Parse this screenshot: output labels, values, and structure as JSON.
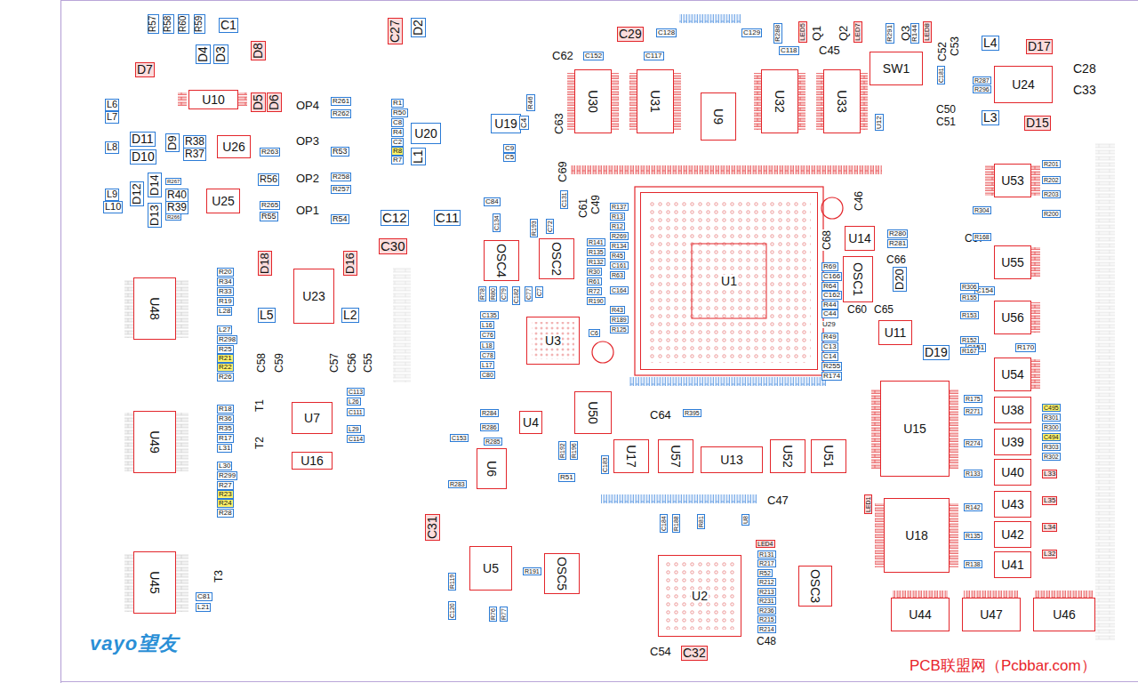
{
  "diagram": {
    "nodes": [
      {
        "text": [
          "U10"
        ]
      },
      {
        "text": [
          "U26"
        ]
      },
      {
        "text": [
          "U25"
        ]
      },
      {
        "text": [
          "U48"
        ]
      },
      {
        "text": [
          "U23"
        ]
      },
      {
        "text": [
          "U49"
        ]
      },
      {
        "text": [
          "U7"
        ]
      },
      {
        "text": [
          "U16"
        ]
      },
      {
        "text": [
          "U45"
        ]
      },
      {
        "text": [
          "U20"
        ]
      },
      {
        "text": [
          "U19"
        ]
      },
      {
        "text": [
          "OSC4"
        ]
      },
      {
        "text": [
          "OSC2"
        ]
      },
      {
        "text": [
          "U3"
        ]
      },
      {
        "text": [
          "U4"
        ]
      },
      {
        "text": [
          "U50"
        ]
      },
      {
        "text": [
          "U6"
        ]
      },
      {
        "text": [
          "U5"
        ]
      },
      {
        "text": [
          "OSC5"
        ]
      },
      {
        "text": [
          "U30"
        ]
      },
      {
        "text": [
          "U31"
        ]
      },
      {
        "text": [
          "U9"
        ]
      },
      {
        "text": [
          "U32"
        ]
      },
      {
        "text": [
          "U33"
        ]
      },
      {
        "text": [
          "U1"
        ]
      },
      {
        "text": [
          "U14"
        ]
      },
      {
        "text": [
          "OSC1"
        ]
      },
      {
        "text": [
          "U11"
        ]
      },
      {
        "text": [
          "U17"
        ]
      },
      {
        "text": [
          "U57"
        ]
      },
      {
        "text": [
          "U13"
        ]
      },
      {
        "text": [
          "U52"
        ]
      },
      {
        "text": [
          "U51"
        ]
      },
      {
        "text": [
          "U2"
        ]
      },
      {
        "text": [
          "OSC3"
        ]
      },
      {
        "text": [
          "SW1"
        ]
      },
      {
        "text": [
          "U24"
        ]
      },
      {
        "text": [
          "U53"
        ]
      },
      {
        "text": [
          "U55"
        ]
      },
      {
        "text": [
          "U56"
        ]
      },
      {
        "text": [
          "U54"
        ]
      },
      {
        "text": [
          "U38"
        ]
      },
      {
        "text": [
          "U39"
        ]
      },
      {
        "text": [
          "U40"
        ]
      },
      {
        "text": [
          "U43"
        ]
      },
      {
        "text": [
          "U42"
        ]
      },
      {
        "text": [
          "U41"
        ]
      },
      {
        "text": [
          "U15"
        ]
      },
      {
        "text": [
          "U18"
        ]
      },
      {
        "text": [
          "U44"
        ]
      },
      {
        "text": [
          "U47"
        ]
      },
      {
        "text": [
          "U46"
        ]
      }
    ],
    "labels": [
      "R57",
      "R58",
      "R60",
      "R59",
      "C1",
      "D7",
      "D4",
      "D3",
      "D8",
      "L6",
      "L7",
      "L8",
      "D11",
      "D10",
      "D9",
      "R38",
      "R37",
      "D5",
      "D6",
      "OP4",
      "OP3",
      "OP2",
      "OP1",
      "R261",
      "R262",
      "R263",
      "R53",
      "R56",
      "R258",
      "R257",
      "R265",
      "R55",
      "R54",
      "L9",
      "L10",
      "D12",
      "D14",
      "D13",
      "R40",
      "R39",
      "R267",
      "R266",
      "C27",
      "D2",
      "R1",
      "R50",
      "C8",
      "R4",
      "C2",
      "R8",
      "R7",
      "L1",
      "C12",
      "C11",
      "C30",
      "C4",
      "C9",
      "C5",
      "R46",
      "C29",
      "C128",
      "C62",
      "C152",
      "C117",
      "C63",
      "C69",
      "C129",
      "R288",
      "LED5",
      "Q1",
      "C118",
      "C45",
      "Q2",
      "LED7",
      "R291",
      "Q3",
      "R144",
      "LED8",
      "C53",
      "C52",
      "C181",
      "L4",
      "D17",
      "C28",
      "C33",
      "R287",
      "R296",
      "C50",
      "C51",
      "L3",
      "D15",
      "C46",
      "C68",
      "R280",
      "R281",
      "C66",
      "D20",
      "C60",
      "C65",
      "R69",
      "C166",
      "R64",
      "C162",
      "R44",
      "C44",
      "U29",
      "R49",
      "C13",
      "C14",
      "R255",
      "R174",
      "D19",
      "C67",
      "C154",
      "C151",
      "R170",
      "R306",
      "R155",
      "R153",
      "R152",
      "R167",
      "R175",
      "R271",
      "R274",
      "R133",
      "R142",
      "R135",
      "R138",
      "C495",
      "R301",
      "R300",
      "C494",
      "R303",
      "R302",
      "L33",
      "L35",
      "L34",
      "L32",
      "R201",
      "R202",
      "R203",
      "R200",
      "R304",
      "R168",
      "C61",
      "C49",
      "R137",
      "R13",
      "R12",
      "R269",
      "R134",
      "R45",
      "C161",
      "R63",
      "C164",
      "R43",
      "R189",
      "R125",
      "R141",
      "R135",
      "R132",
      "R30",
      "R61",
      "R72",
      "R190",
      "C6",
      "C84",
      "C134",
      "C131",
      "C72",
      "R193",
      "R78",
      "R80",
      "C79",
      "C182",
      "C77",
      "C7",
      "C135",
      "L16",
      "C76",
      "L18",
      "C78",
      "L17",
      "C80",
      "R20",
      "R34",
      "R33",
      "R19",
      "L28",
      "L27",
      "R298",
      "R25",
      "R21",
      "R22",
      "R26",
      "R18",
      "R36",
      "R35",
      "R17",
      "L31",
      "L30",
      "R299",
      "R27",
      "R23",
      "R24",
      "R28",
      "T1",
      "T2",
      "T3",
      "C81",
      "L21",
      "L5",
      "L2",
      "D18",
      "D16",
      "C58",
      "C59",
      "C57",
      "C56",
      "C55",
      "C113",
      "L26",
      "C111",
      "L29",
      "C114",
      "R284",
      "R286",
      "R285",
      "C153",
      "R283",
      "R51",
      "R192",
      "R196",
      "C31",
      "R191",
      "R119",
      "C120",
      "R76",
      "R77",
      "C64",
      "R395",
      "C183",
      "C47",
      "C184",
      "R188",
      "R81",
      "U8",
      "LED4",
      "R131",
      "R217",
      "R52",
      "R212",
      "R213",
      "R231",
      "R236",
      "R215",
      "R214",
      "C48",
      "C54",
      "C32",
      "LED1",
      "U12",
      "vayo望友",
      "PCB联盟网（Pcbbar.com）"
    ]
  }
}
